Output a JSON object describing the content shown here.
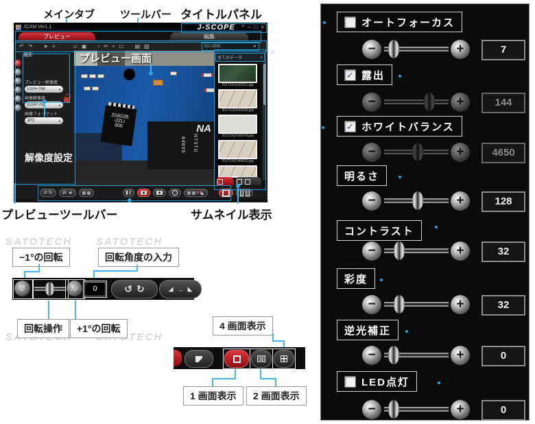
{
  "page": {
    "watermark": "SATOTECH"
  },
  "callouts": {
    "main_tab": "メインタブ",
    "toolbar": "ツールバー",
    "title_panel": "タイトルパネル",
    "preview_screen": "プレビュー画面",
    "resolution_setting": "解像度設定",
    "preview_toolbar": "プレビューツールバー",
    "thumbnail_view": "サムネイル表示",
    "rotate_minus": "−1°の回転",
    "rotate_angle_input": "回転角度の入力",
    "rotate_control": "回転操作",
    "rotate_plus": "+1°の回転",
    "screen4": "4 画面表示",
    "screen1": "1 画面表示",
    "screen2": "2 画面表示"
  },
  "app": {
    "title": "JCAM Ver1.1",
    "logo": "J-SCOPE",
    "window_controls": {
      "pin": "*",
      "min": "−",
      "max": "□",
      "close": "×"
    },
    "tabs": {
      "preview": "プレビュー",
      "edit": "編集"
    },
    "toolbar": {
      "camera_select": "ED-2500"
    },
    "sidebar": {
      "tab": "撮影",
      "preview_resolution_label": "プレビュー解像度",
      "preview_resolution_value": "1024×768",
      "image_resolution_label": "画像解像度",
      "image_resolution_value": "1024×768",
      "image_format_label": "画像フォーマット",
      "image_format_value": "JPG"
    },
    "preview": {
      "chip1_line1": "ZS602B",
      "chip1_line2": "-2ZLI",
      "chip1_line3": "906",
      "chip2_logo": "NA",
      "chip2_text1": "NT5TU",
      "chip2_text2": "84839"
    },
    "thumbnails": {
      "filter": "全てのデータ",
      "items": [
        {
          "filename": "20171101142511.jpg"
        },
        {
          "filename": "20171101142549.jpg"
        },
        {
          "filename": "20171102140143.jpg"
        },
        {
          "filename": "20171102140632.jpg"
        }
      ]
    }
  },
  "rotation_bar": {
    "angle_value": "0"
  },
  "settings": {
    "rows": [
      {
        "label": "オートフォーカス",
        "checkbox": "unchecked",
        "value": "7",
        "enabled": true,
        "thumb_pct": 15
      },
      {
        "label": "露出",
        "checkbox": "checked",
        "value": "144",
        "enabled": false,
        "thumb_pct": 70
      },
      {
        "label": "ホワイトバランス",
        "checkbox": "checked",
        "value": "4650",
        "enabled": false,
        "thumb_pct": 52
      },
      {
        "label": "明るさ",
        "checkbox": "none",
        "value": "128",
        "enabled": true,
        "thumb_pct": 52
      },
      {
        "label": "コントラスト",
        "checkbox": "none",
        "value": "32",
        "enabled": true,
        "thumb_pct": 23
      },
      {
        "label": "彩度",
        "checkbox": "none",
        "value": "32",
        "enabled": true,
        "thumb_pct": 23
      },
      {
        "label": "逆光補正",
        "checkbox": "none",
        "value": "0",
        "enabled": true,
        "thumb_pct": 15
      },
      {
        "label": "LED点灯",
        "checkbox": "unchecked",
        "value": "0",
        "enabled": true,
        "thumb_pct": 15
      }
    ]
  },
  "icons": {
    "undo": "↶",
    "redo": "↷",
    "pointer": "➤",
    "hand": "+",
    "folder": "▱",
    "save": "▣",
    "copy": "▫",
    "cut": "✂",
    "paste": "▪",
    "crop": "▭",
    "print": "▤",
    "format": "▧",
    "dropdown": "▼",
    "rotate_ccw": "↺",
    "rotate_cw": "↻",
    "flip": "⇄",
    "speaker": "◄",
    "record": "◉",
    "flag": "◣",
    "close_red": "×",
    "check": "✓",
    "diag_l": "◢",
    "diag_arrow": "→",
    "diag_r": "◣",
    "minus": "−",
    "plus": "+"
  }
}
